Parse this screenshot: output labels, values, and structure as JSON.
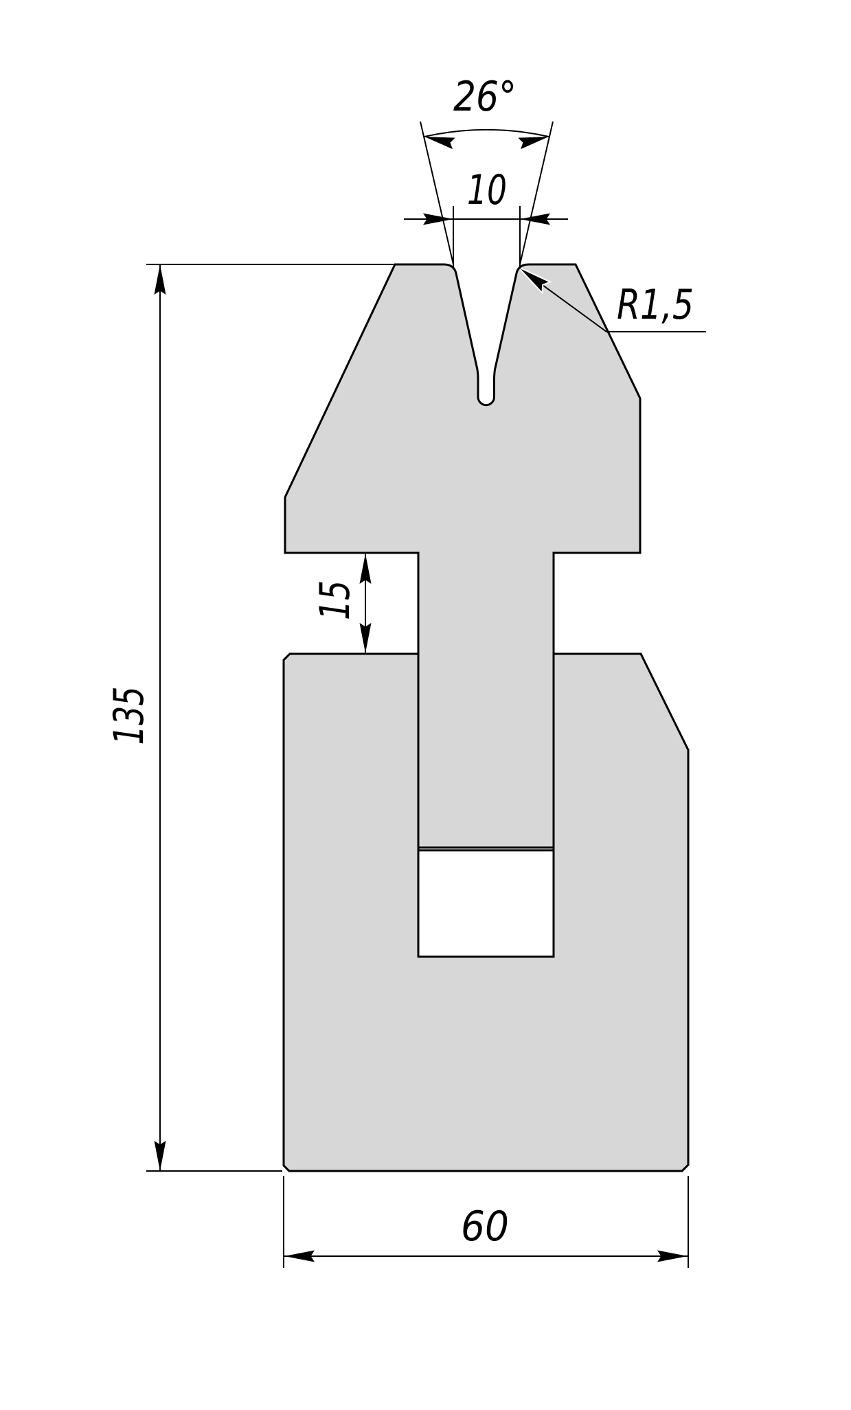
{
  "drawing": {
    "background": "#ffffff",
    "part_fill": "#d7d7d7",
    "line_color": "#000000",
    "dimensions": {
      "groove_angle": "26°",
      "groove_opening_width": "10",
      "groove_edge_radius": "R1,5",
      "overall_height": "135",
      "shoulder_gap": "15",
      "overall_width": "60"
    }
  }
}
